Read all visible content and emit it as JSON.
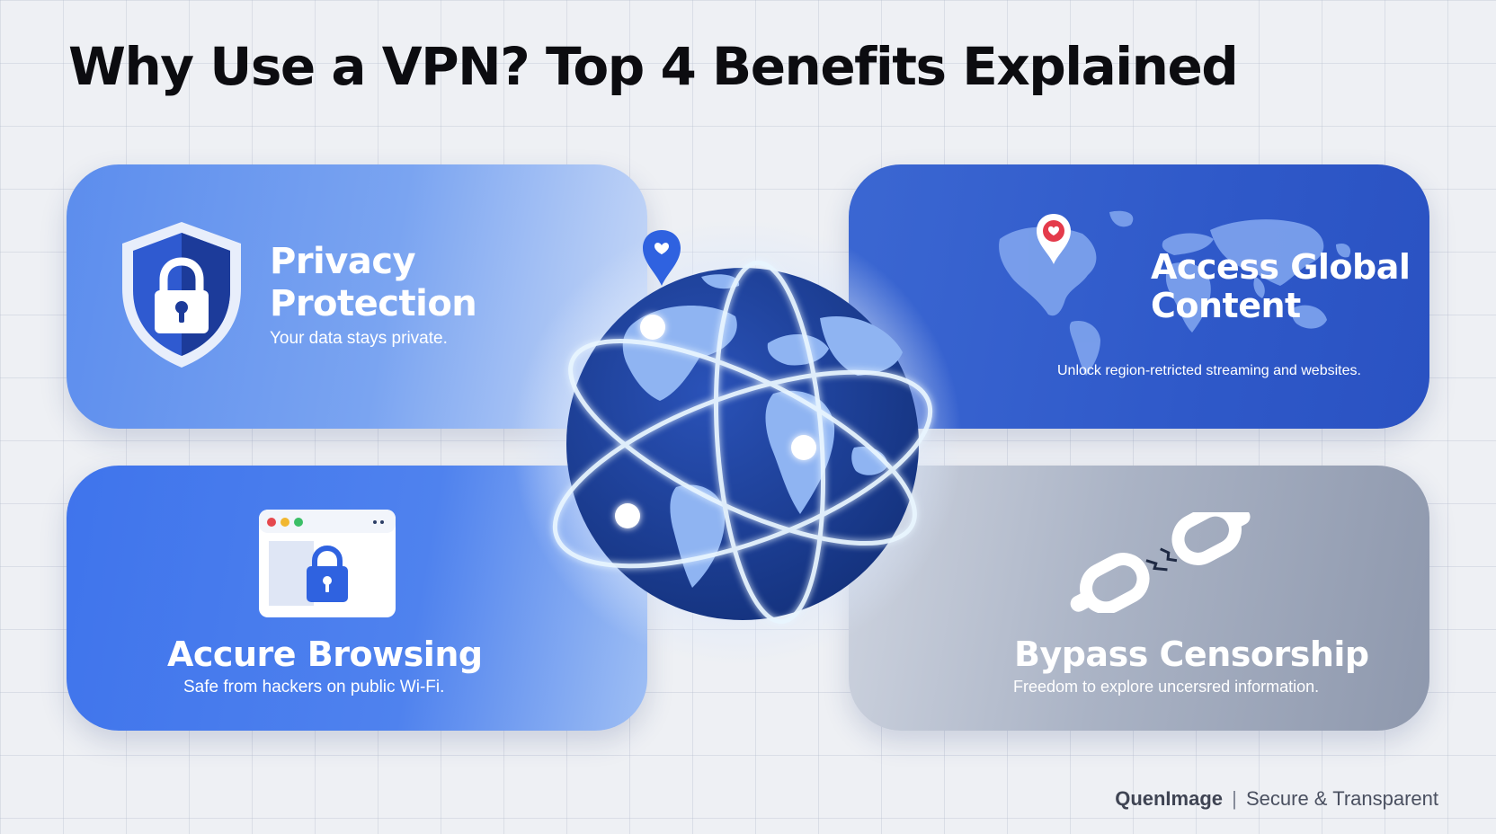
{
  "title": "Why Use a VPN? Top 4 Benefits Explained",
  "cards": {
    "privacy": {
      "title_line1": "Privacy",
      "title_line2": "Protection",
      "subtitle": "Your data stays private.",
      "icon": "shield-lock-icon"
    },
    "access": {
      "title_line1": "Access Global",
      "title_line2": "Content",
      "subtitle": "Unlock region-retricted streaming and websites.",
      "icon": "world-map-pin-icon"
    },
    "secure": {
      "title": "Accure Browsing",
      "subtitle": "Safe from hackers on public Wi-Fi.",
      "icon": "browser-lock-icon"
    },
    "bypass": {
      "title": "Bypass Censorship",
      "subtitle": "Freedom to explore uncersred information.",
      "icon": "broken-chain-icon"
    }
  },
  "center": {
    "icon": "globe-network-icon",
    "pin_icon": "location-pin-icon"
  },
  "footer": {
    "brand": "QuenImage",
    "separator": "|",
    "tagline": "Secure & Transparent"
  },
  "colors": {
    "accent_blue": "#3f74ec",
    "dark_blue": "#1e3f95",
    "pin_red": "#e43b4b",
    "glow": "#dff2ff"
  }
}
